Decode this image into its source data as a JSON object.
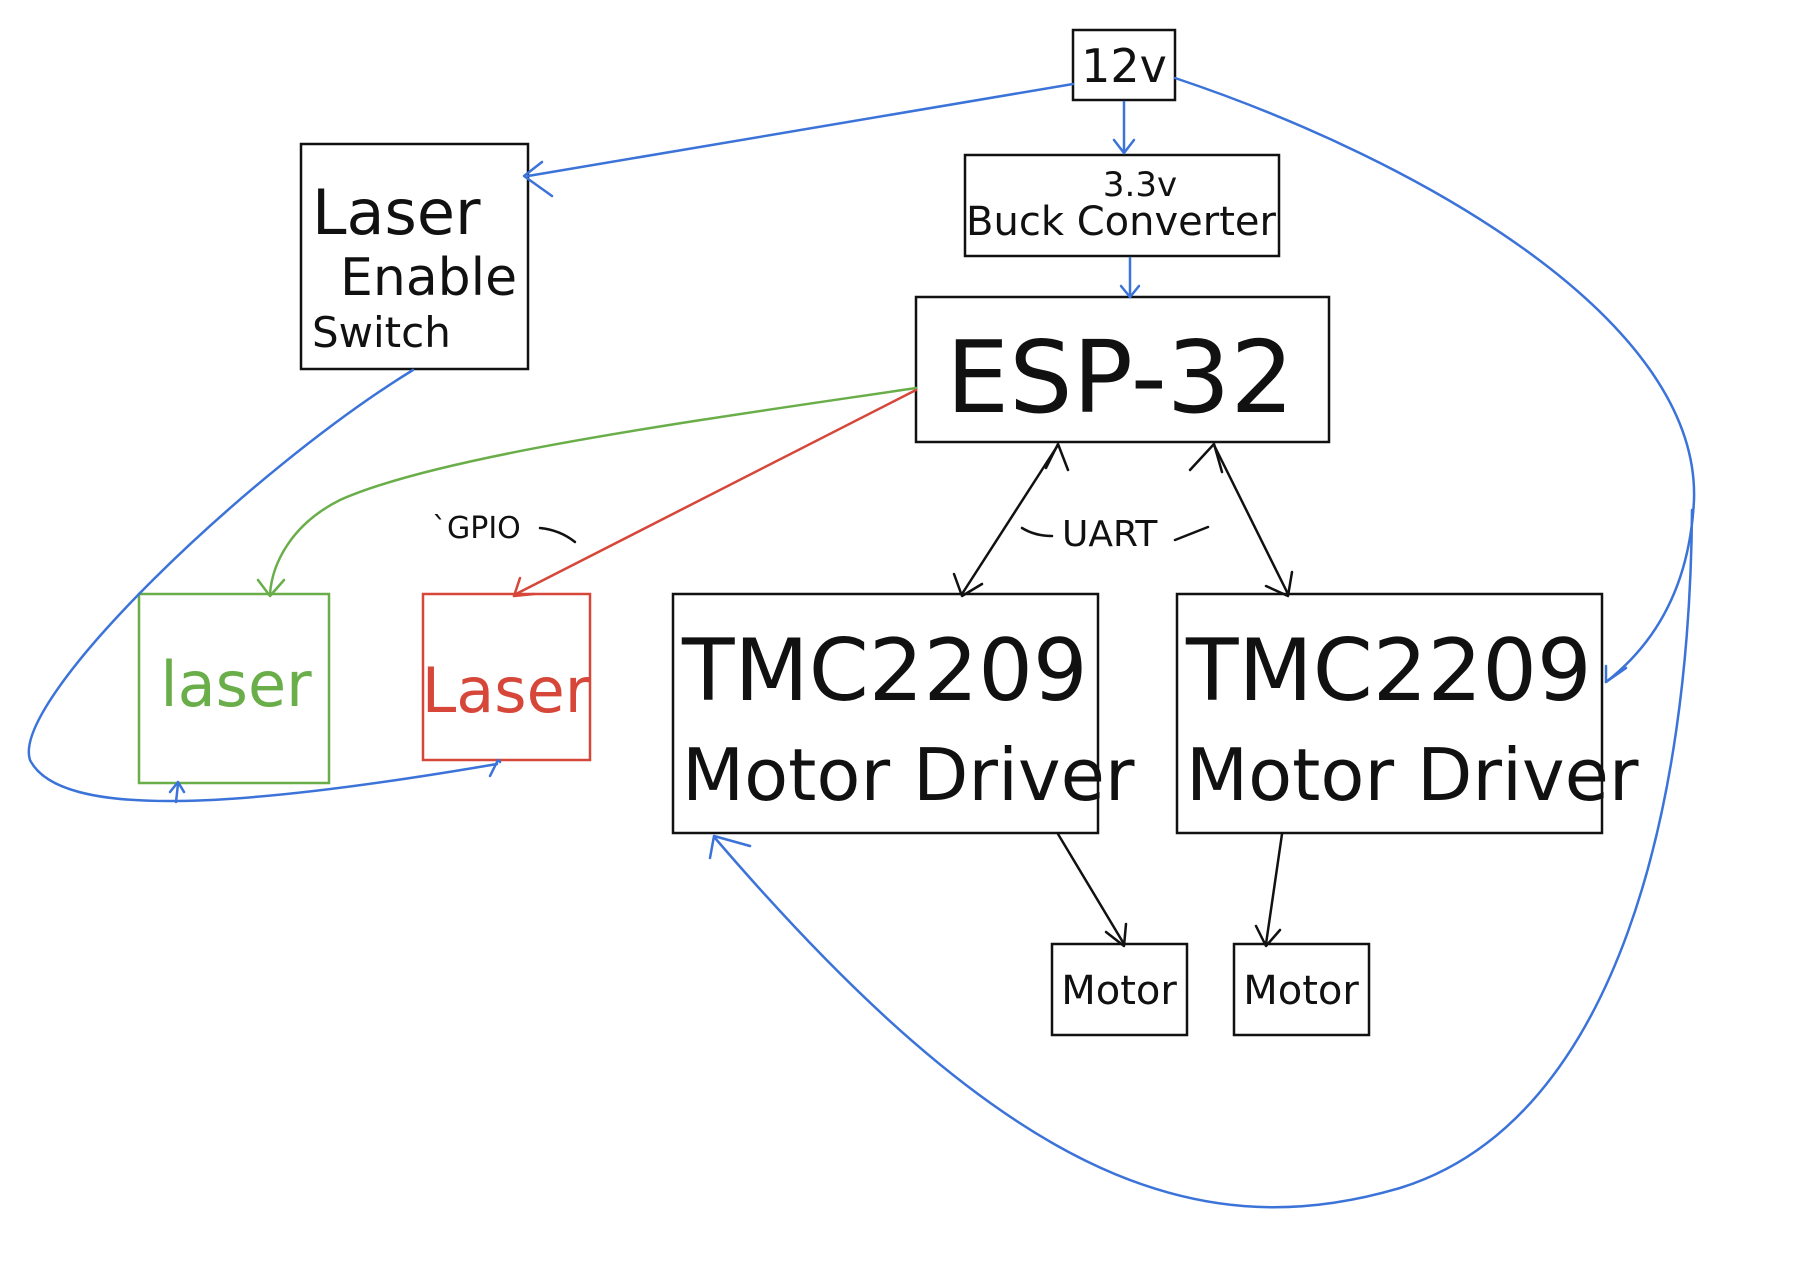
{
  "colors": {
    "ink": "#111111",
    "power": "#3b73d9",
    "laser_green": "#6aae4a",
    "laser_red": "#d6473a"
  },
  "nodes": {
    "power_12v": "12v",
    "buck_voltage": "3.3v",
    "buck": "Buck Converter",
    "esp32": "ESP-32",
    "switch_line1": "Laser",
    "switch_line2": "Enable",
    "switch_line3": "Switch",
    "laser_green": "laser",
    "laser_red": "Laser",
    "driver_left_line1": "TMC2209",
    "driver_left_line2": "Motor Driver",
    "driver_right_line1": "TMC2209",
    "driver_right_line2": "Motor Driver",
    "motor_left": "Motor",
    "motor_right": "Motor"
  },
  "labels": {
    "gpio": "`GPIO",
    "uart": "UART"
  }
}
